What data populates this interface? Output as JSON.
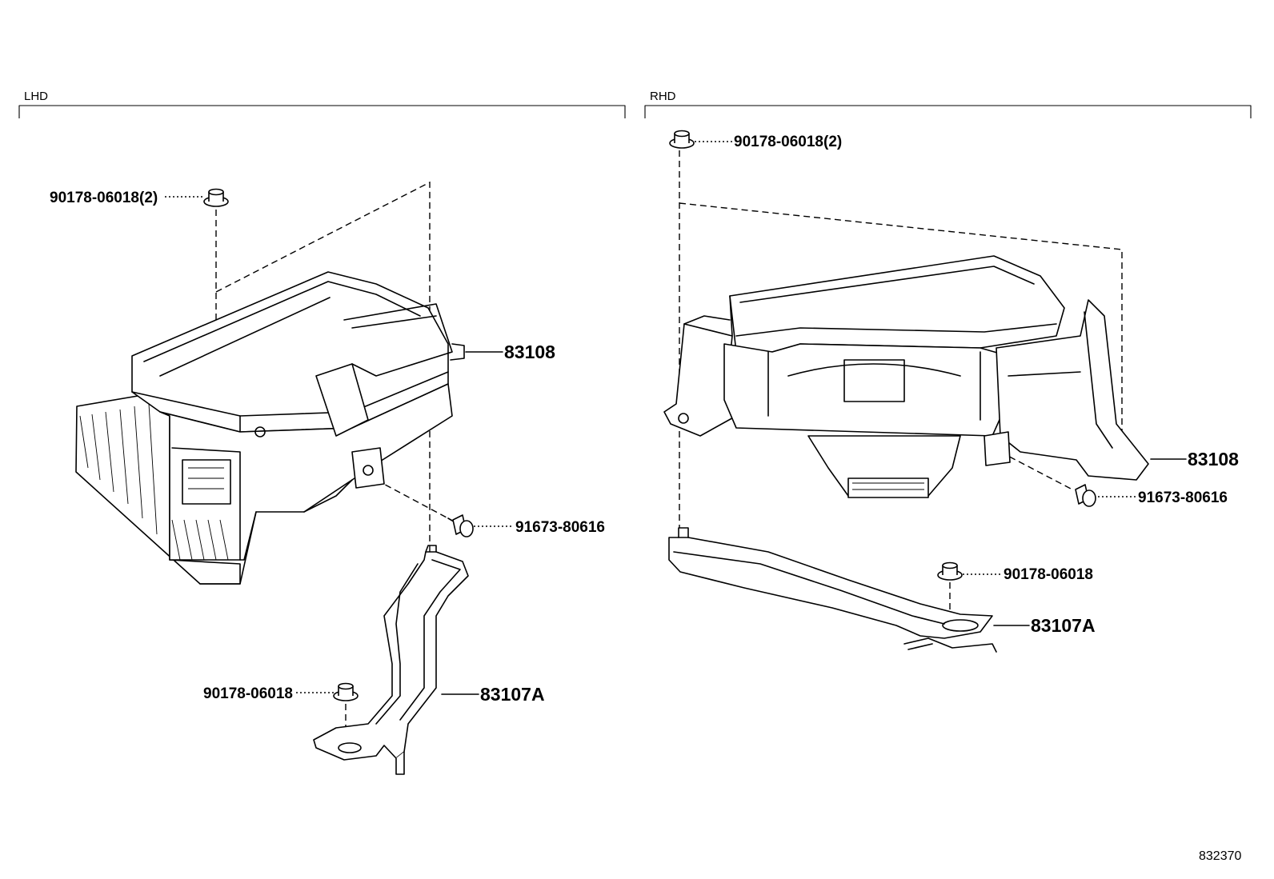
{
  "sections": {
    "lhd": {
      "label": "LHD"
    },
    "rhd": {
      "label": "RHD"
    }
  },
  "lhd_parts": {
    "clip_top": "90178-06018(2)",
    "box": "83108",
    "screw": "91673-80616",
    "clip_bottom": "90178-06018",
    "bracket": "83107A"
  },
  "rhd_parts": {
    "clip_top": "90178-06018(2)",
    "box": "83108",
    "screw": "91673-80616",
    "clip_bottom": "90178-06018",
    "bracket": "83107A"
  },
  "diagram_id": "832370"
}
